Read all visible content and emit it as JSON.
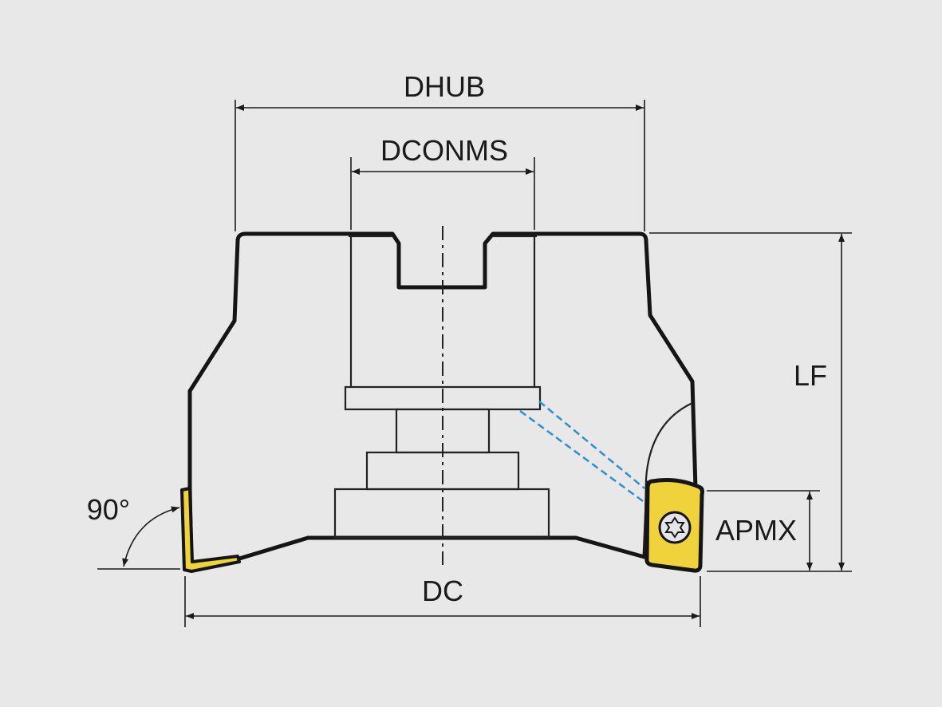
{
  "labels": {
    "dhub": "DHUB",
    "dconms": "DCONMS",
    "lf": "LF",
    "apmx": "APMX",
    "dc": "DC",
    "angle": "90°"
  },
  "colors": {
    "background": "#e8e8e8",
    "body": "#d5d5d7",
    "insert": "#f0d23c",
    "coolant": "#2b8fd6"
  }
}
